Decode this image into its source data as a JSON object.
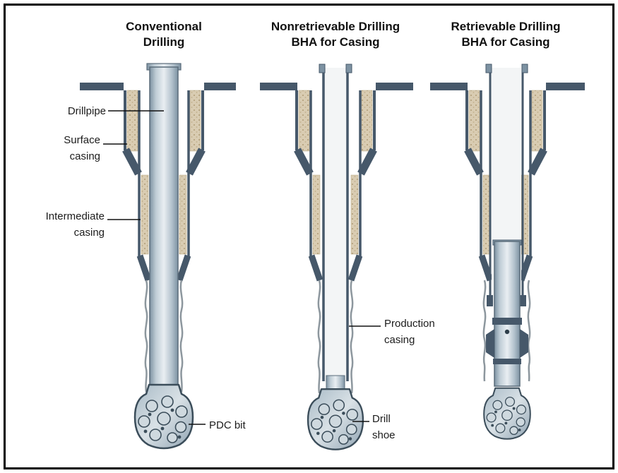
{
  "figure": {
    "panels": [
      {
        "id": "conventional-drilling",
        "title": "Conventional\nDrilling",
        "labels": {
          "drillpipe": "Drillpipe",
          "surface_casing": "Surface\ncasing",
          "intermediate_casing": "Intermediate\ncasing",
          "pdc_bit": "PDC bit"
        }
      },
      {
        "id": "nonretrievable-bha",
        "title": "Nonretrievable Drilling\nBHA for Casing",
        "labels": {
          "production_casing": "Production\ncasing",
          "drill_shoe": "Drill\nshoe"
        }
      },
      {
        "id": "retrievable-bha",
        "title": "Retrievable Drilling\nBHA for Casing",
        "labels": {}
      }
    ],
    "colors": {
      "steel_dark": "#46586a",
      "steel_mid": "#7d92a2",
      "steel_light": "#e9eef2",
      "cement_tan": "#d9ccb2",
      "borehole_gray": "#8d979e",
      "text": "#1c1c1c",
      "frame": "#000000",
      "background": "#ffffff"
    }
  }
}
